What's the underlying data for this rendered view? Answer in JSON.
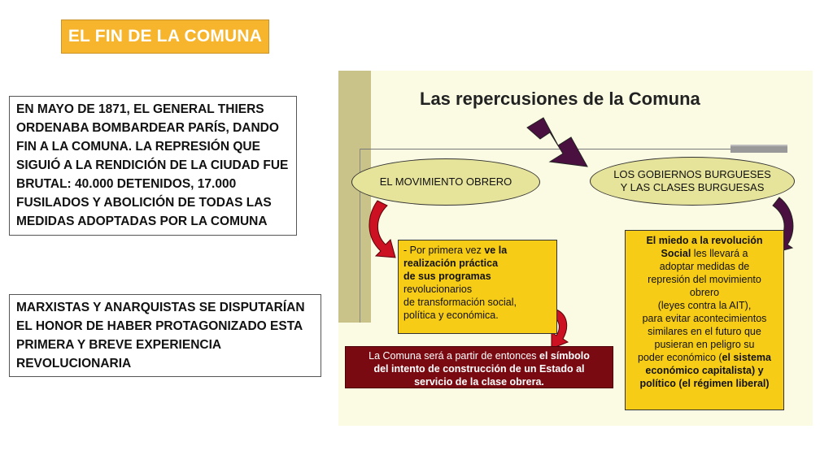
{
  "title": "EL FIN DE LA COMUNA",
  "text_box_1": "EN MAYO DE 1871, EL GENERAL THIERS ORDENABA BOMBARDEAR PARÍS, DANDO FIN A LA COMUNA. LA REPRESIÓN QUE SIGUIÓ A LA RENDICIÓN DE LA CIUDAD FUE BRUTAL: 40.000 DETENIDOS, 17.000 FUSILADOS Y ABOLICIÓN DE TODAS LAS MEDIDAS ADOPTADAS POR LA COMUNA",
  "text_box_2": "MARXISTAS Y ANARQUISTAS SE DISPUTARÍAN EL HONOR DE HABER PROTAGONIZADO ESTA PRIMERA Y BREVE EXPERIENCIA REVOLUCIONARIA",
  "diagram": {
    "title": "Las repercusiones de la Comuna",
    "left_ellipse": "EL MOVIMIENTO OBRERO",
    "right_ellipse_line1": "LOS GOBIERNOS BURGUESES",
    "right_ellipse_line2": "Y LAS CLASES BURGUESAS",
    "left_box": {
      "l1_normal": "- Por primera vez ",
      "l1_bold": "ve la",
      "l2": "realización práctica",
      "l3": "de sus programas",
      "l4": "revolucionarios",
      "l5": "de transformación social,",
      "l6": " política y económica."
    },
    "red_box": {
      "l1_normal": "La Comuna será a partir de entonces ",
      "l1_bold": "el símbolo",
      "l2": "del intento de construcción de un Estado al",
      "l3": "servicio de la clase obrera."
    },
    "right_box": {
      "l1": "El miedo a la revolución",
      "l2_bold": "Social",
      "l2_normal": " les llevará a",
      "l3": "adoptar  medidas de",
      "l4": "represión del movimiento",
      "l5": "obrero",
      "l6": "(leyes contra la AIT),",
      "l7": "para evitar acontecimientos",
      "l8": "similares en el futuro que",
      "l9": "pusieran en peligro su",
      "l10_normal": "poder económico (",
      "l10_bold": "el sistema",
      "l11": "económico capitalista) y",
      "l12": "político (el régimen liberal)"
    }
  },
  "colors": {
    "title_bg": "#f6b52c",
    "yellow_box": "#f7cc16",
    "ellipse_fill": "#e6e39a",
    "red_box": "#7a0a12",
    "arrow_purple": "#4a1040",
    "curved_arrow_red": "#cc1122"
  }
}
